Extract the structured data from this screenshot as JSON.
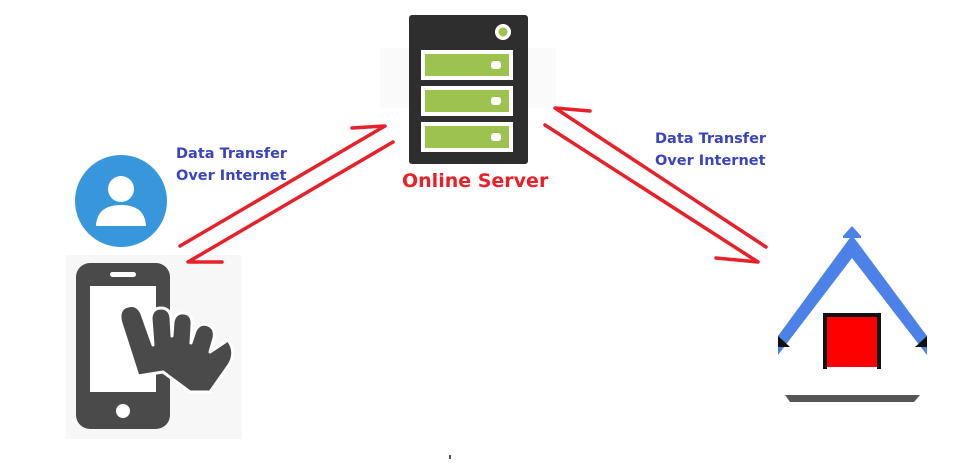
{
  "labels": {
    "server": "Online Server",
    "left_transfer": [
      "Data Transfer",
      "Over Internet"
    ],
    "right_transfer": [
      "Data Transfer",
      "Over Internet"
    ]
  },
  "colors": {
    "arrow": "#e8202a",
    "server_label": "#e8202a",
    "transfer_label": "#3a43c0",
    "server_body": "#2e2e2e",
    "server_drive": "#9dc250",
    "user_circle": "#3897dc",
    "phone": "#4a4a4a",
    "house_roof": "#4c82e8",
    "house_door": "#ff0000",
    "house_wall": "#ffffff"
  },
  "icons": [
    "user-icon",
    "smartphone-touch-icon",
    "server-icon",
    "house-icon"
  ]
}
